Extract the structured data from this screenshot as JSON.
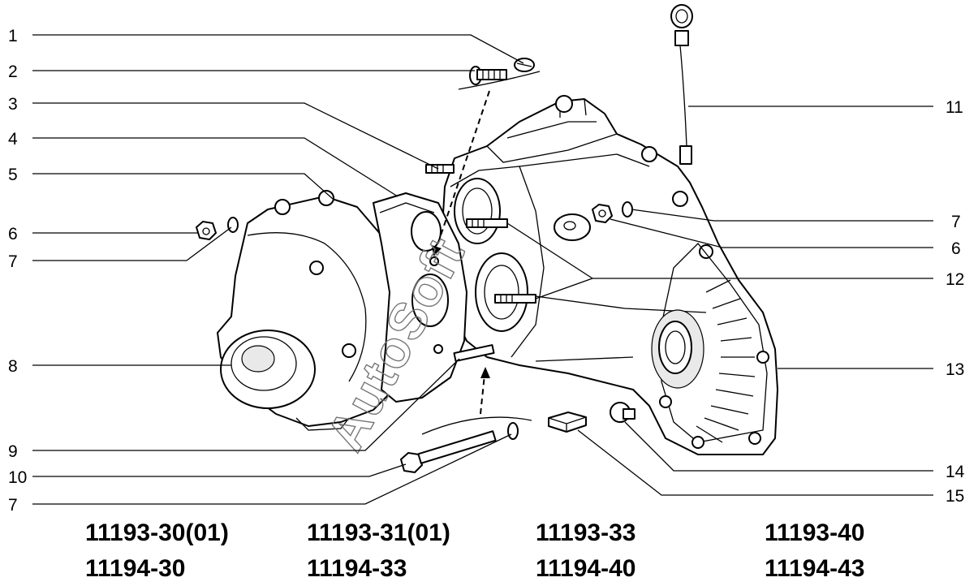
{
  "diagram": {
    "callouts": {
      "c1": "1",
      "c2": "2",
      "c3": "3",
      "c4": "4",
      "c5": "5",
      "c6a": "6",
      "c7a": "7",
      "c8": "8",
      "c9": "9",
      "c10": "10",
      "c7b": "7",
      "c11": "11",
      "c7c": "7",
      "c6b": "6",
      "c12": "12",
      "c13": "13",
      "c14": "14",
      "c15": "15"
    },
    "watermark": "AutoSoft"
  },
  "model_codes": {
    "row1": [
      "11193-30(01)",
      "11193-31(01)",
      "11193-33",
      "11193-40"
    ],
    "row2": [
      "11194-30",
      "11194-33",
      "11194-40",
      "11194-43"
    ]
  }
}
